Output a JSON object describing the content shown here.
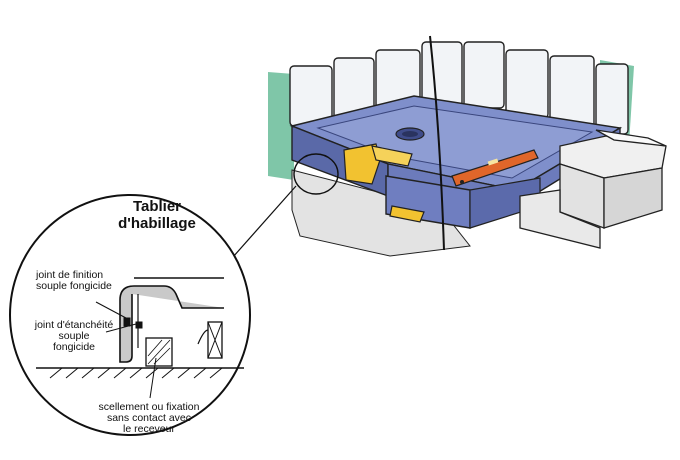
{
  "detail": {
    "title_line1": "Tablier",
    "title_line2": "d'habillage",
    "labels": {
      "joint_finition_l1": "joint de finition",
      "joint_finition_l2": "souple fongicide",
      "joint_etancheite_l1": "joint d'étanchéité",
      "joint_etancheite_l2": "souple",
      "joint_etancheite_l3": "fongicide",
      "scellement_l1": "scellement ou fixation",
      "scellement_l2": "sans contact avec",
      "scellement_l3": "le receveur"
    }
  },
  "colors": {
    "tray_blue": "#7f8fcb",
    "tray_blue_dark": "#5a69a8",
    "wall_green": "#7fc6a8",
    "wall_tile": "#f2f4f7",
    "step_grey": "#e9e9e9",
    "level_orange": "#e0662a",
    "wedge_yellow": "#f2c230",
    "outline": "#222222"
  }
}
